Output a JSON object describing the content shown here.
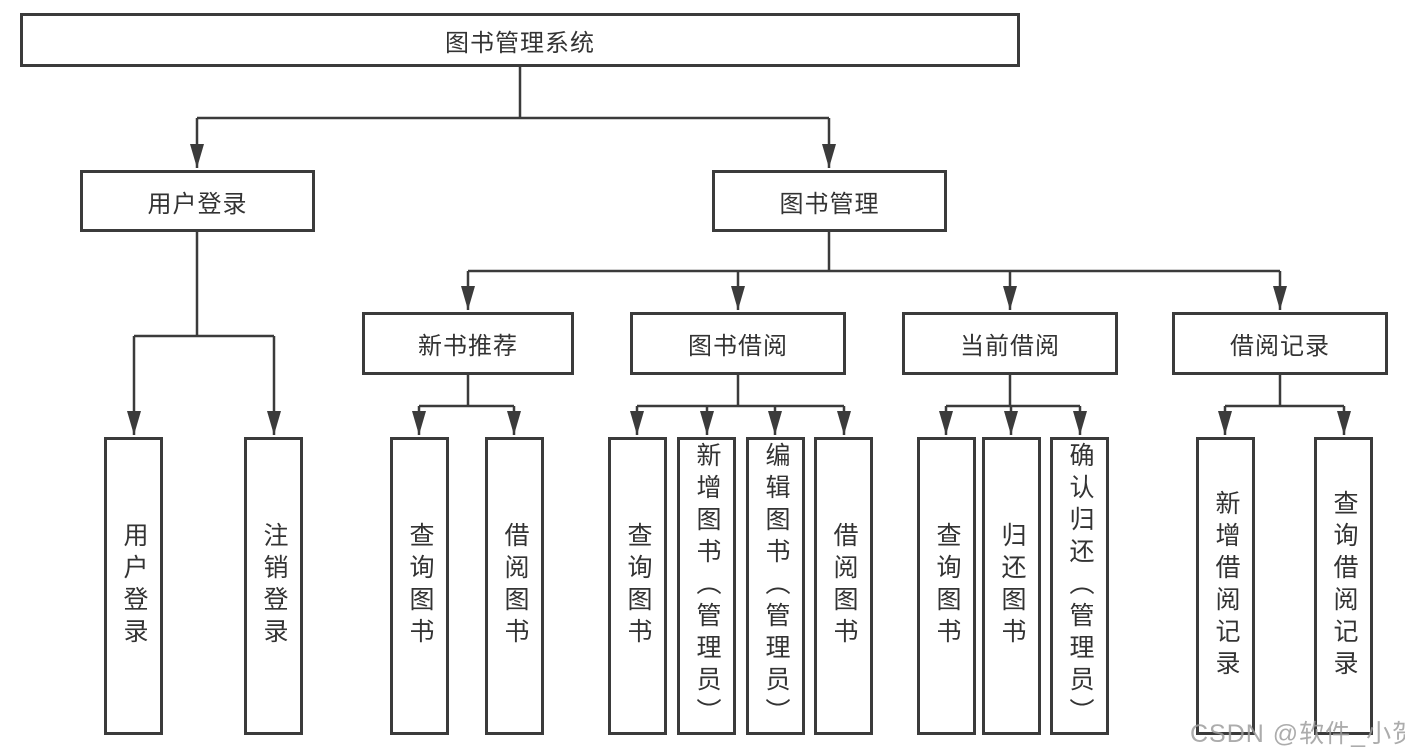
{
  "tree": {
    "root": {
      "label": "图书管理系统"
    },
    "branches": [
      {
        "label": "用户登录",
        "children": [
          {
            "label": "用户登录"
          },
          {
            "label": "注销登录"
          }
        ]
      },
      {
        "label": "图书管理",
        "children": [
          {
            "label": "新书推荐",
            "children": [
              {
                "label": "查询图书"
              },
              {
                "label": "借阅图书"
              }
            ]
          },
          {
            "label": "图书借阅",
            "children": [
              {
                "label": "查询图书"
              },
              {
                "label": "新增图书（管理员）"
              },
              {
                "label": "编辑图书（管理员）"
              },
              {
                "label": "借阅图书"
              }
            ]
          },
          {
            "label": "当前借阅",
            "children": [
              {
                "label": "查询图书"
              },
              {
                "label": "归还图书"
              },
              {
                "label": "确认归还（管理员）"
              }
            ]
          },
          {
            "label": "借阅记录",
            "children": [
              {
                "label": "新增借阅记录"
              },
              {
                "label": "查询借阅记录"
              }
            ]
          }
        ]
      }
    ]
  },
  "watermark": {
    "text": "CSDN @软件_小贺同学"
  },
  "colors": {
    "line": "#3b3b3b",
    "box_border": "#3b3b3b",
    "text": "#333333",
    "background": "#ffffff",
    "watermark": "#9e9e9e"
  }
}
